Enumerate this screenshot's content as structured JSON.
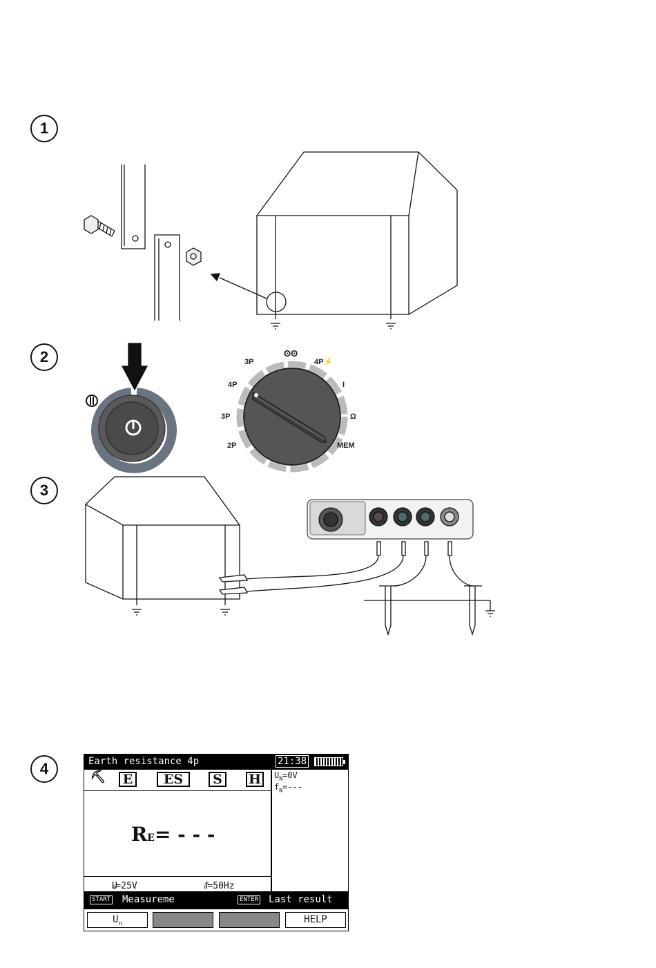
{
  "steps": [
    "1",
    "2",
    "3",
    "4"
  ],
  "selector": {
    "labels": [
      "3P",
      "4P",
      "3P",
      "2P",
      "I",
      "MEM"
    ],
    "icons": [
      "clamp-icon",
      "two-clamps-icon",
      "lightning-icon",
      "resistance-icon"
    ]
  },
  "meter_screen": {
    "title": "Earth resistance 4p",
    "time": "21:38",
    "tabs": [
      "E",
      "ES",
      "S",
      "H"
    ],
    "side_values": [
      "U",
      "N",
      "=0V",
      "f",
      "N",
      "=---"
    ],
    "result_symbol": "R",
    "result_subscript": "E",
    "result_value": "= - - -",
    "params": [
      {
        "symbol": "U",
        "sub": "n",
        "value": "=25V"
      },
      {
        "symbol": "f",
        "sub": "n",
        "value": "=50Hz"
      }
    ],
    "hints": [
      {
        "key": "START",
        "text": "Measureme"
      },
      {
        "key": "ENTER",
        "text": "Last result"
      }
    ],
    "function_keys": [
      {
        "label": "U",
        "sub": "n",
        "state": "active"
      },
      {
        "label": "",
        "state": "disabled"
      },
      {
        "label": "",
        "state": "disabled"
      },
      {
        "label": "HELP",
        "state": "active"
      }
    ]
  }
}
